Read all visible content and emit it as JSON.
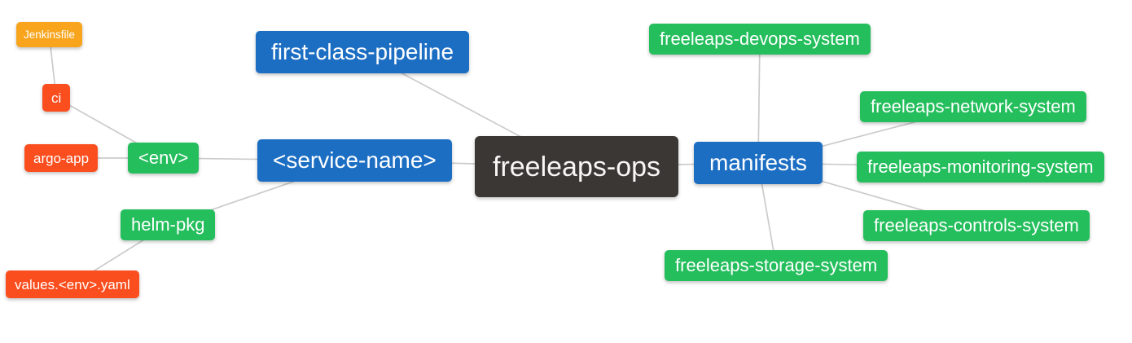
{
  "nodes": {
    "root": {
      "label": "freeleaps-ops",
      "depth": 0
    },
    "first_class_pipeline": {
      "label": "first-class-pipeline",
      "depth": 1
    },
    "service_name": {
      "label": "<service-name>",
      "depth": 1
    },
    "manifests": {
      "label": "manifests",
      "depth": 1
    },
    "env": {
      "label": "<env>",
      "depth": 2
    },
    "helm_pkg": {
      "label": "helm-pkg",
      "depth": 2
    },
    "devops": {
      "label": "freeleaps-devops-system",
      "depth": 2
    },
    "network": {
      "label": "freeleaps-network-system",
      "depth": 2
    },
    "monitoring": {
      "label": "freeleaps-monitoring-system",
      "depth": 2
    },
    "controls": {
      "label": "freeleaps-controls-system",
      "depth": 2
    },
    "storage": {
      "label": "freeleaps-storage-system",
      "depth": 2
    },
    "ci": {
      "label": "ci",
      "depth": 3
    },
    "argo_app": {
      "label": "argo-app",
      "depth": 3
    },
    "values_yaml": {
      "label": "values.<env>.yaml",
      "depth": 3
    },
    "jenkinsfile": {
      "label": "Jenkinsfile",
      "depth": 4
    }
  },
  "edges": [
    [
      "jenkinsfile",
      "ci"
    ],
    [
      "ci",
      "env"
    ],
    [
      "argo_app",
      "env"
    ],
    [
      "env",
      "service_name"
    ],
    [
      "helm_pkg",
      "service_name"
    ],
    [
      "values_yaml",
      "helm_pkg"
    ],
    [
      "first_class_pipeline",
      "root"
    ],
    [
      "service_name",
      "root"
    ],
    [
      "root",
      "manifests"
    ],
    [
      "manifests",
      "devops"
    ],
    [
      "manifests",
      "network"
    ],
    [
      "manifests",
      "monitoring"
    ],
    [
      "manifests",
      "controls"
    ],
    [
      "manifests",
      "storage"
    ]
  ],
  "colors": {
    "root_bg": "#3B3734",
    "level1_bg": "#1C6EC3",
    "level2_bg": "#24BE5C",
    "level3_bg": "#FA4E1E",
    "level4_bg": "#F8A41D",
    "edge": "#CBCBCB",
    "text": "#FFFFFF"
  }
}
